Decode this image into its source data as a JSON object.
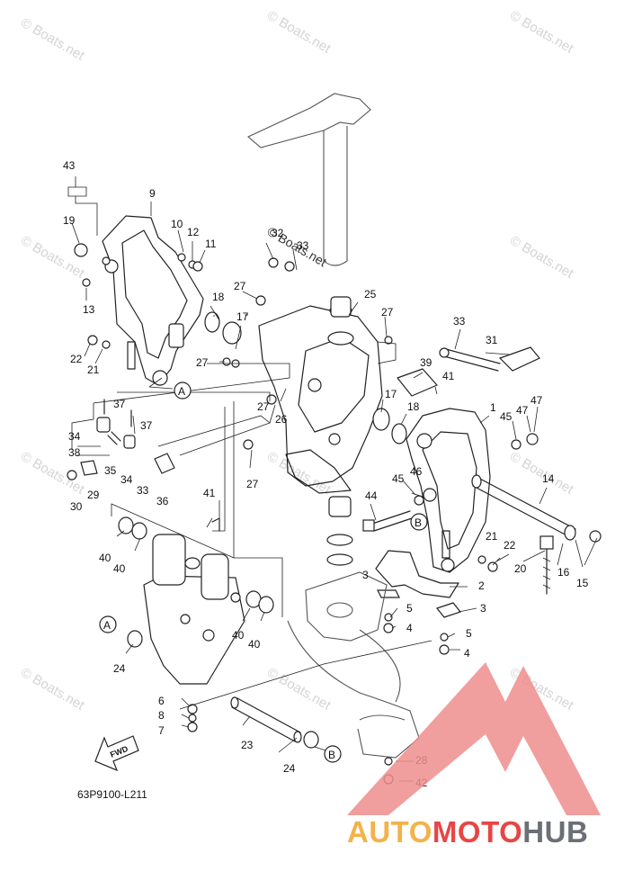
{
  "diagram": {
    "document_code": "63P9100-L211",
    "fwd_label": "FWD",
    "callout_markers": [
      "A",
      "B"
    ],
    "part_callouts": [
      "1",
      "2",
      "3",
      "4",
      "5",
      "6",
      "7",
      "8",
      "9",
      "10",
      "11",
      "12",
      "13",
      "14",
      "15",
      "16",
      "17",
      "18",
      "19",
      "20",
      "21",
      "22",
      "23",
      "24",
      "25",
      "26",
      "27",
      "28",
      "29",
      "30",
      "31",
      "32",
      "33",
      "34",
      "35",
      "36",
      "37",
      "38",
      "39",
      "40",
      "41",
      "42",
      "43",
      "44",
      "45",
      "46",
      "47"
    ],
    "watermark": "© Boats.net",
    "brand": {
      "part1": "AUTO",
      "part2": "MOTO",
      "part3": "HUB"
    },
    "colors": {
      "line": "#222222",
      "watermark": "#d4d4d4",
      "brand_orange": "#f3b24a",
      "brand_red": "#e74646",
      "brand_gray": "#6b6f76",
      "logo_red": "#ef8d8d"
    }
  }
}
